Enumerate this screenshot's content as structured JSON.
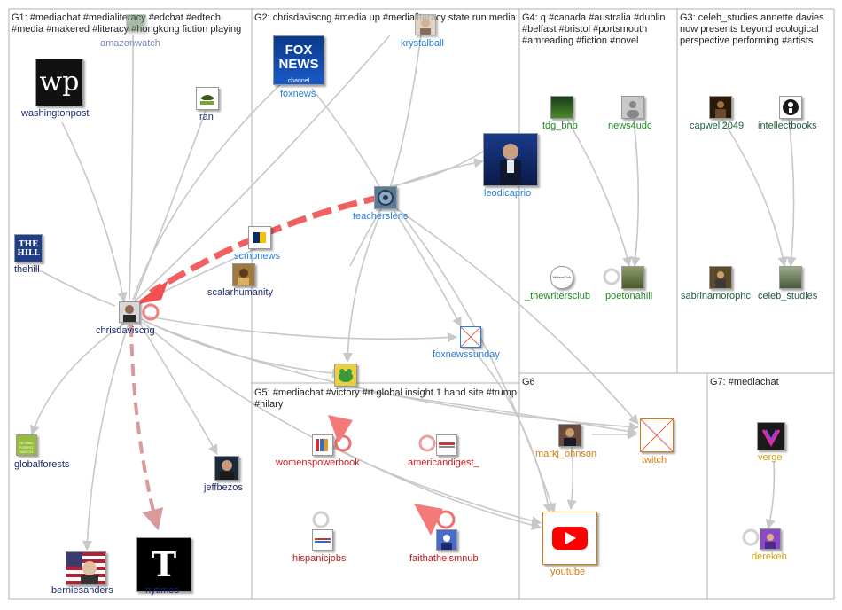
{
  "groups": [
    {
      "id": "G1",
      "label": "G1: #mediachat #medialiteracy #edchat #edtech #media #makered #literacy #hongkong fiction playing"
    },
    {
      "id": "G2",
      "label": "G2: chrisdaviscng #media up #medialiteracy state run media"
    },
    {
      "id": "G4",
      "label": "G4: q #canada #australia #dublin #belfast #bristol #portsmouth #amreading #fiction #novel"
    },
    {
      "id": "G3",
      "label": "G3: celeb_studies annette davies now presents beyond ecological perspective performing #artists"
    },
    {
      "id": "G5",
      "label": "G5: #mediachat #victory #rt global insight 1 hand site #trump #hilary"
    },
    {
      "id": "G6",
      "label": "G6"
    },
    {
      "id": "G7",
      "label": "G7: #mediachat"
    }
  ],
  "colors": {
    "g1": "#1a2a6c",
    "g2": "#2a7fd4",
    "g4": "#1e8a1e",
    "g3": "#1f5a3a",
    "g5": "#c21a1a",
    "g6": "#d47a10",
    "g7": "#d4a010",
    "edge": "#c8c8c8",
    "edge_strong": "#f07070",
    "edge_pink": "#d89a9a"
  },
  "nodes": [
    {
      "id": "washingtonpost",
      "label": "washingtonpost",
      "group": "g1",
      "icon": "washington-post-logo"
    },
    {
      "id": "amazonwatch",
      "label": "amazonwatch",
      "group": "g1",
      "icon": "amazon-watch-avatar"
    },
    {
      "id": "ran",
      "label": "ran",
      "group": "g1",
      "icon": "ran-logo"
    },
    {
      "id": "thehill",
      "label": "thehill",
      "group": "g1",
      "icon": "the-hill-logo"
    },
    {
      "id": "chrisdaviscng",
      "label": "chrisdaviscng",
      "group": "g1",
      "icon": "person-avatar"
    },
    {
      "id": "globalforests",
      "label": "globalforests",
      "group": "g1",
      "icon": "global-forest-watch-logo"
    },
    {
      "id": "jeffbezos",
      "label": "jeffbezos",
      "group": "g1",
      "icon": "person-avatar"
    },
    {
      "id": "berniesanders",
      "label": "berniesanders",
      "group": "g1",
      "icon": "flag-avatar"
    },
    {
      "id": "nytimes",
      "label": "nytimes",
      "group": "g1",
      "icon": "nyt-logo"
    },
    {
      "id": "foxnews",
      "label": "foxnews",
      "group": "g2",
      "icon": "fox-news-logo"
    },
    {
      "id": "krystalball",
      "label": "krystalball",
      "group": "g2",
      "icon": "person-avatar"
    },
    {
      "id": "teacherslens",
      "label": "teacherslens",
      "group": "g2",
      "icon": "teacherslens-avatar"
    },
    {
      "id": "leodicaprio",
      "label": "leodicaprio",
      "group": "g2",
      "icon": "person-avatar"
    },
    {
      "id": "scmpnews",
      "label": "scmpnews",
      "group": "g2",
      "icon": "scmp-logo"
    },
    {
      "id": "scalarhumanity",
      "label": "scalarhumanity",
      "group": "g2",
      "icon": "person-avatar"
    },
    {
      "id": "foxnewssunday",
      "label": "foxnewssunday",
      "group": "g2",
      "icon": "broken-image-icon"
    },
    {
      "id": "victory",
      "label": "",
      "group": "g2",
      "icon": "frog-avatar"
    },
    {
      "id": "tdg_bnb",
      "label": "tdg_bnb",
      "group": "g4",
      "icon": "landscape-avatar"
    },
    {
      "id": "news4udc",
      "label": "news4udc",
      "group": "g4",
      "icon": "default-avatar"
    },
    {
      "id": "_thewritersclub",
      "label": "_thewritersclub",
      "group": "g4",
      "icon": "writers-club-logo"
    },
    {
      "id": "poetonahill",
      "label": "poetonahill",
      "group": "g4",
      "icon": "landscape-avatar"
    },
    {
      "id": "capwell2049",
      "label": "capwell2049",
      "group": "g3",
      "icon": "person-avatar"
    },
    {
      "id": "intellectbooks",
      "label": "intellectbooks",
      "group": "g3",
      "icon": "intellect-logo"
    },
    {
      "id": "sabrinamorophc",
      "label": "sabrinamorophc",
      "group": "g3",
      "icon": "person-avatar"
    },
    {
      "id": "celeb_studies",
      "label": "celeb_studies",
      "group": "g3",
      "icon": "landscape-avatar"
    },
    {
      "id": "womenspowerbook",
      "label": "womenspowerbook",
      "group": "g5",
      "icon": "book-avatar"
    },
    {
      "id": "americandigest_",
      "label": "americandigest_",
      "group": "g5",
      "icon": "digest-logo"
    },
    {
      "id": "hispanicjobs",
      "label": "hispanicjobs",
      "group": "g5",
      "icon": "jobs-logo"
    },
    {
      "id": "faithatheismnub",
      "label": "faithatheismnub",
      "group": "g5",
      "icon": "person-avatar"
    },
    {
      "id": "markj_ohnson",
      "label": "markj_ohnson",
      "group": "g6",
      "icon": "person-avatar"
    },
    {
      "id": "twitch",
      "label": "twitch",
      "group": "g6",
      "icon": "broken-image-icon"
    },
    {
      "id": "youtube",
      "label": "youtube",
      "group": "g6",
      "icon": "youtube-logo"
    },
    {
      "id": "verge",
      "label": "verge",
      "group": "g7",
      "icon": "verge-logo"
    },
    {
      "id": "derekeb",
      "label": "derekeb",
      "group": "g7",
      "icon": "person-avatar"
    }
  ]
}
